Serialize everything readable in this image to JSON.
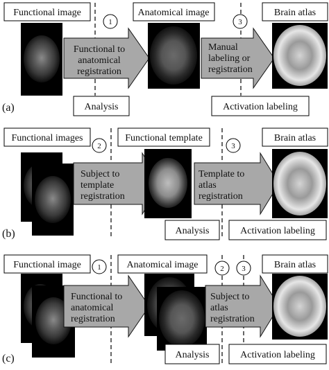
{
  "panel_a": {
    "letter": "(a)",
    "box_functional": "Functional image",
    "box_anatomical": "Anatomical image",
    "box_atlas": "Brain atlas",
    "arrow1": [
      "Functional to",
      "anatomical",
      "registration"
    ],
    "arrow2": [
      "Manual",
      "labeling or",
      "registration"
    ],
    "box_analysis": "Analysis",
    "box_activation": "Activation labeling",
    "step1": "1",
    "step3": "3"
  },
  "panel_b": {
    "letter": "(b)",
    "box_functional": "Functional images",
    "box_template": "Functional template",
    "box_atlas": "Brain atlas",
    "arrow1": [
      "Subject to",
      "template",
      "registration"
    ],
    "arrow2": [
      "Template to",
      "atlas",
      "registration"
    ],
    "box_analysis": "Analysis",
    "box_activation": "Activation labeling",
    "step2": "2",
    "step3": "3"
  },
  "panel_c": {
    "letter": "(c)",
    "box_functional": "Functional image",
    "box_anatomical": "Anatomical image",
    "box_atlas": "Brain atlas",
    "arrow1": [
      "Functional to",
      "anatomical",
      "registration"
    ],
    "arrow2": [
      "Subject to",
      "atlas",
      "registration"
    ],
    "box_analysis": "Analysis",
    "box_activation": "Activation labeling",
    "step1": "1",
    "step2": "2",
    "step3": "3"
  }
}
